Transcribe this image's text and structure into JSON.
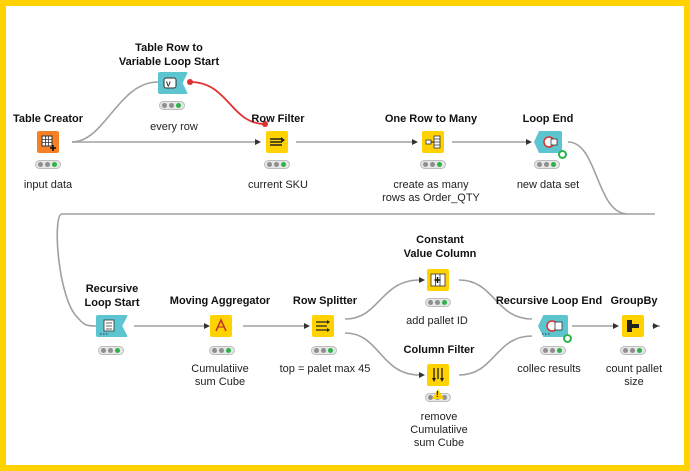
{
  "nodes": {
    "table_creator": {
      "title": "Table Creator",
      "label": "input data"
    },
    "row_to_var_loop": {
      "title": "Table Row to\nVariable Loop Start",
      "label": "every row"
    },
    "row_filter": {
      "title": "Row Filter",
      "label": "current SKU"
    },
    "one_row_to_many": {
      "title": "One Row to Many",
      "label": "create as many\nrows as Order_QTY"
    },
    "loop_end": {
      "title": "Loop End",
      "label": "new data set"
    },
    "recursive_loop_start": {
      "title": "Recursive\nLoop Start",
      "label": ""
    },
    "moving_aggregator": {
      "title": "Moving Aggregator",
      "label": "Cumulatiive\nsum Cube"
    },
    "row_splitter": {
      "title": "Row Splitter",
      "label": "top = palet max 45"
    },
    "constant_value_column": {
      "title": "Constant\nValue Column",
      "label": "add pallet ID"
    },
    "column_filter": {
      "title": "Column Filter",
      "label": "remove\nCumulatiive\nsum Cube"
    },
    "recursive_loop_end": {
      "title": "Recursive Loop End",
      "label": "collec results"
    },
    "groupby": {
      "title": "GroupBy",
      "label": "count pallet\nsize"
    }
  },
  "colors": {
    "frame": "#FFD200",
    "source_node": "#F58025",
    "manipulator_node": "#FFD200",
    "loop_node": "#5CC5D0",
    "status_green": "#2db34a",
    "variable_connection": "#E03030"
  },
  "icons": {
    "table_creator": "table-grid-icon",
    "row_to_var_loop": "variable-loop-icon",
    "row_filter": "filter-arrows-icon",
    "one_row_to_many": "row-expand-icon",
    "loop_end": "loop-end-icon",
    "recursive_loop_start": "recursive-start-icon",
    "moving_aggregator": "aggregate-icon",
    "row_splitter": "row-split-icon",
    "constant_value_column": "add-column-icon",
    "column_filter": "column-filter-icon",
    "recursive_loop_end": "recursive-end-icon",
    "groupby": "groupby-icon"
  }
}
